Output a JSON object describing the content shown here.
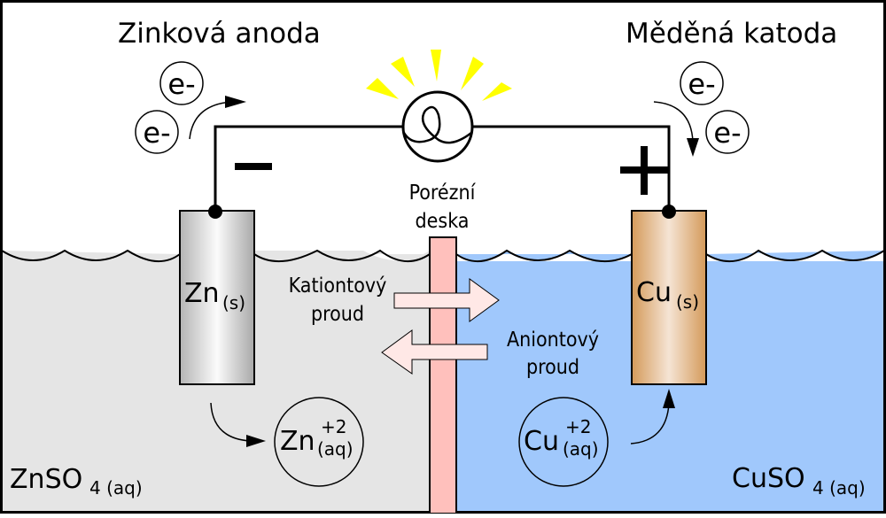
{
  "title_left": "Zinková anoda",
  "title_right": "Měděná katoda",
  "electron_label": "e-",
  "minus_sign": "−",
  "plus_sign": "+",
  "porous_plate": {
    "line1": "Porézní",
    "line2": "deska"
  },
  "cation_flow": {
    "line1": "Kationtový",
    "line2": "proud"
  },
  "anion_flow": {
    "line1": "Aniontový",
    "line2": "proud"
  },
  "zinc_electrode": {
    "symbol": "Zn",
    "state": "(s)"
  },
  "copper_electrode": {
    "symbol": "Cu",
    "state": "(s)"
  },
  "zinc_ion": {
    "symbol": "Zn",
    "charge": "+2",
    "state": "(aq)"
  },
  "copper_ion": {
    "symbol": "Cu",
    "charge": "+2",
    "state": "(aq)"
  },
  "left_solution": {
    "formula": "ZnSO",
    "subscript": "4 (aq)"
  },
  "right_solution": {
    "formula": "CuSO",
    "subscript": "4 (aq)"
  },
  "colors": {
    "left_solution": "#e5e5e5",
    "right_solution": "#a0c8fc",
    "porous_plate": "#ffc0bc",
    "flow_arrow": "#ffe8e6",
    "light_rays": "#ffff00",
    "zinc_light": "#fbfbfb",
    "zinc_dark": "#b0b0b0",
    "copper_light": "#f5e4d4",
    "copper_dark": "#d49a5a"
  }
}
